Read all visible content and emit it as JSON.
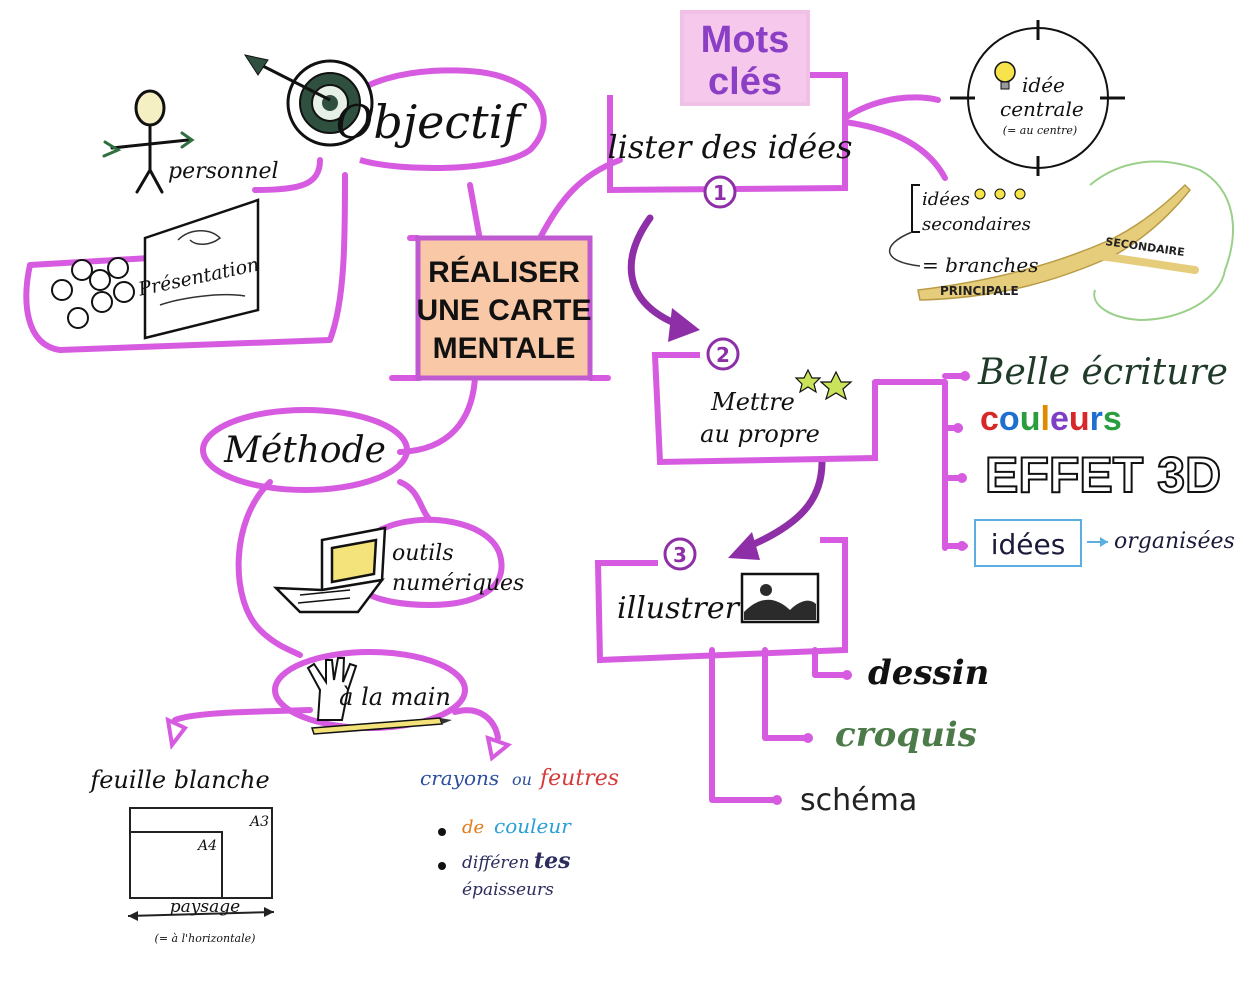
{
  "center": {
    "line1": "RÉALISER",
    "line2": "UNE CARTE",
    "line3": "MENTALE"
  },
  "objectif": {
    "title": "Objectif",
    "personnel": "personnel",
    "presentation": "Présentation"
  },
  "methode": {
    "title": "Méthode",
    "outils": {
      "line1": "outils",
      "line2": "numériques"
    },
    "main": "à la main",
    "feuille": {
      "title": "feuille blanche",
      "a3": "A3",
      "a4": "A4",
      "paysage": "paysage",
      "horizontale": "(= à l'horizontale)"
    },
    "crayons": {
      "crayons": "crayons",
      "ou": "ou",
      "feutres": "feutres",
      "de": "de",
      "couleur": "couleur",
      "differen": "différen",
      "tes": "tes",
      "epaisseurs": "épaisseurs"
    }
  },
  "mots_cles": {
    "line1": "Mots",
    "line2": "clés"
  },
  "step1": {
    "number": "1",
    "title": "lister des idées",
    "centrale": {
      "line1": "idée",
      "line2": "centrale",
      "line3": "(= au centre)"
    },
    "secondaires": {
      "line1": "idées",
      "line2": "secondaires",
      "branches": "= branches",
      "principale": "PRINCIPALE",
      "secondaire": "SECONDAIRE"
    }
  },
  "step2": {
    "number": "2",
    "line1": "Mettre",
    "line2": "au propre",
    "belle": "Belle écriture",
    "couleurs": [
      "c",
      "o",
      "u",
      "l",
      "e",
      "u",
      "r",
      "s"
    ],
    "effet": "EFFET 3D",
    "idees": "idées",
    "organisees": "organisées"
  },
  "step3": {
    "number": "3",
    "title": "illustrer",
    "dessin": "dessin",
    "croquis": "croquis",
    "schema": "schéma"
  },
  "colors": {
    "branch": "#d65be0",
    "accent": "#8e2fa8",
    "center_fill": "#f9c9a7",
    "center_border": "#c05ad0",
    "motscles_fill": "#f5c8ec",
    "motscles_text": "#8b3fc4",
    "couleurs_palette": [
      "#d62828",
      "#1f6fd0",
      "#2a9d3f",
      "#e08a00",
      "#7d3fc4",
      "#d62828",
      "#1f6fd0",
      "#2a9d3f"
    ],
    "idees_box": "#5aaee0",
    "croquis": "#4c7a48",
    "crayons_blue": "#2d4f9e",
    "feutres_red": "#d63a3a",
    "de_orange": "#e07a1a",
    "couleur_cyan": "#2aa0d6"
  }
}
